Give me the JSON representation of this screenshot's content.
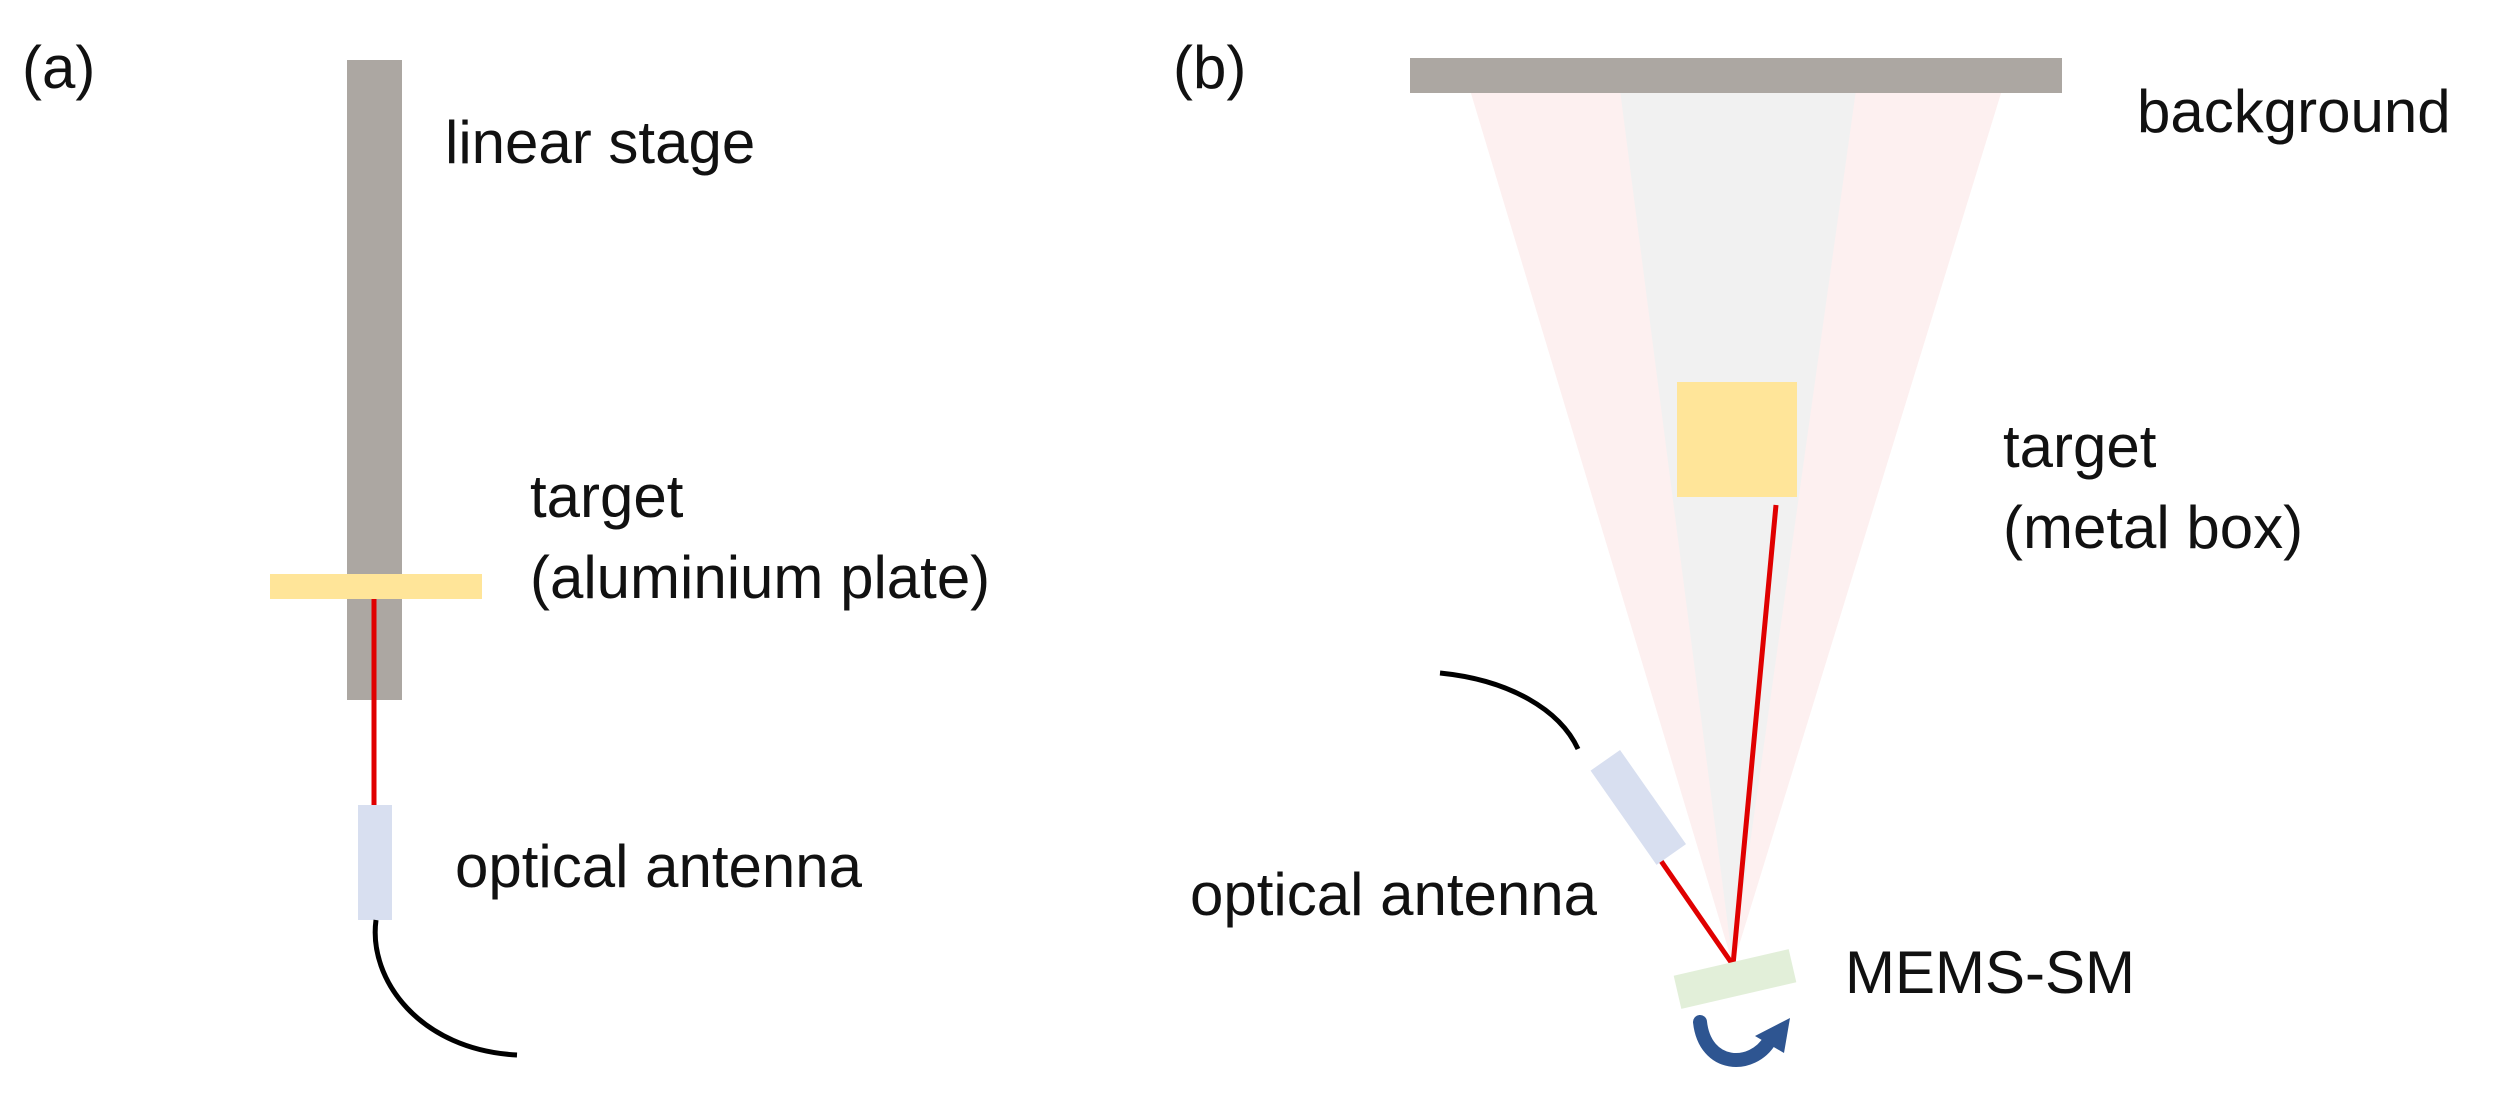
{
  "panel_a": {
    "tag": "(a)",
    "stage_label": "linear stage",
    "target_label_line1": "target",
    "target_label_line2": "(aluminium plate)",
    "antenna_label": "optical antenna"
  },
  "panel_b": {
    "tag": "(b)",
    "background_label": "background",
    "target_label_line1": "target",
    "target_label_line2": "(metal box)",
    "antenna_label": "optical antenna",
    "mirror_label": "MEMS-SM"
  },
  "colors": {
    "stage_gray": "#aca7a2",
    "target_yellow": "#ffe599",
    "antenna_blue": "#d8dff0",
    "mirror_green": "#e2efd9",
    "beam_red": "#e00000",
    "scan_fan_pink": "#fdf0f0",
    "scan_fan_gray": "#f1f1f1",
    "rotation_arrow_blue": "#2e5591",
    "fiber_black": "#000000"
  },
  "icons": {
    "rotation": "rotation-arrow-icon"
  }
}
